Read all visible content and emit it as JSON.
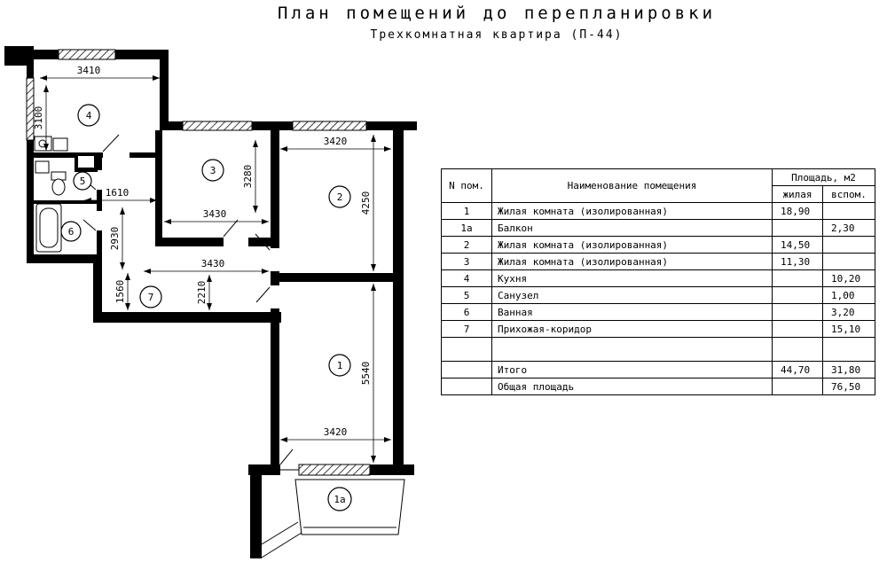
{
  "title": "План помещений до перепланировки",
  "subtitle": "Трехкомнатная квартира (П-44)",
  "table": {
    "header": {
      "col_num": "N пом.",
      "col_name": "Наименование помещения",
      "col_area": "Площадь,  м2",
      "col_living": "жилая",
      "col_aux": "вспом."
    },
    "rows": [
      {
        "num": "1",
        "name": "Жилая комната (изолированная)",
        "living": "18,90",
        "aux": ""
      },
      {
        "num": "1а",
        "name": "Балкон",
        "living": "",
        "aux": "2,30"
      },
      {
        "num": "2",
        "name": "Жилая комната (изолированная)",
        "living": "14,50",
        "aux": ""
      },
      {
        "num": "3",
        "name": "Жилая комната (изолированная)",
        "living": "11,30",
        "aux": ""
      },
      {
        "num": "4",
        "name": "Кухня",
        "living": "",
        "aux": "10,20"
      },
      {
        "num": "5",
        "name": "Санузел",
        "living": "",
        "aux": "1,00"
      },
      {
        "num": "6",
        "name": "Ванная",
        "living": "",
        "aux": "3,20"
      },
      {
        "num": "7",
        "name": "Прихожая-коридор",
        "living": "",
        "aux": "15,10"
      },
      {
        "num": "",
        "name": "",
        "living": "",
        "aux": ""
      },
      {
        "num": "",
        "name": "Итого",
        "living": "44,70",
        "aux": "31,80"
      },
      {
        "num": "",
        "name": "Общая площадь",
        "living": "",
        "aux": "76,50"
      }
    ]
  },
  "plan": {
    "rooms": {
      "room1": "1",
      "balcony": "1а",
      "room2": "2",
      "room3": "3",
      "kitchen": "4",
      "wc": "5",
      "bath": "6",
      "hall": "7"
    },
    "dims": {
      "kitchen_width": "3410",
      "kitchen_depth": "3100",
      "hall_width": "1610",
      "hall_depth": "2930",
      "hall_lower_depth": "1560",
      "room3_width": "3430",
      "room3_depth": "3280",
      "corridor_width": "3430",
      "corridor_depth": "2210",
      "room2_width": "3420",
      "room2_depth": "4250",
      "room1_depth": "5540",
      "room1_width": "3420"
    }
  }
}
